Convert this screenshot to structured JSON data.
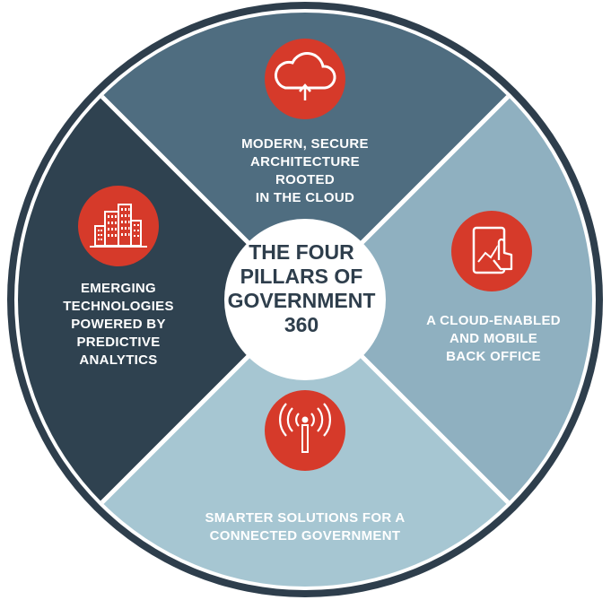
{
  "center": {
    "title": "THE FOUR\nPILLARS OF\nGOVERNMENT\n360"
  },
  "pillars": {
    "top": {
      "label": "MODERN, SECURE\nARCHITECTURE ROOTED\nIN THE CLOUD",
      "icon": "cloud-upload-icon",
      "color": "#4f6d80"
    },
    "right": {
      "label": "A CLOUD-ENABLED\nAND MOBILE\nBACK OFFICE",
      "icon": "tablet-touch-icon",
      "color": "#8fb0c0"
    },
    "bottom": {
      "label": "SMARTER SOLUTIONS FOR A\nCONNECTED GOVERNMENT",
      "icon": "antenna-signal-icon",
      "color": "#a6c6d2"
    },
    "left": {
      "label": "EMERGING\nTECHNOLOGIES\nPOWERED BY\nPREDICTIVE\nANALYTICS",
      "icon": "city-buildings-icon",
      "color": "#2f4250"
    }
  },
  "colors": {
    "icon_red": "#d63a2a",
    "ring": "#2e3e4c",
    "center_fill": "#ffffff"
  }
}
